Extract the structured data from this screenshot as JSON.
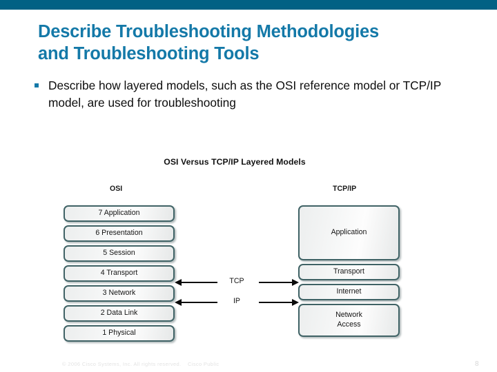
{
  "theme": {
    "accent_bar_color": "#026184",
    "title_color": "#1479a8",
    "bullet_marker_color": "#1479a8",
    "box_border_color": "#3f6265",
    "body_text_color": "#0d0d0d"
  },
  "slide": {
    "title_line_1": "Describe Troubleshooting Methodologies",
    "title_line_2": "and Troubleshooting Tools",
    "bullets": [
      "Describe how layered models, such as the OSI reference model or TCP/IP model, are used for troubleshooting"
    ]
  },
  "diagram": {
    "title": "OSI Versus TCP/IP Layered Models",
    "left_column_header": "OSI",
    "right_column_header": "TCP/IP",
    "osi_layers": [
      {
        "label": "7 Application"
      },
      {
        "label": "6 Presentation"
      },
      {
        "label": "5 Session"
      },
      {
        "label": "4 Transport"
      },
      {
        "label": "3 Network"
      },
      {
        "label": "2 Data Link"
      },
      {
        "label": "1 Physical"
      }
    ],
    "tcpip_layers": [
      {
        "label": "Application",
        "size": "tall"
      },
      {
        "label": "Transport",
        "size": "short"
      },
      {
        "label": "Internet",
        "size": "short"
      },
      {
        "label": "Network\nAccess",
        "size": "mid"
      }
    ],
    "mappings": [
      {
        "protocol": "TCP",
        "osi_layer": "4 Transport",
        "tcpip_layer": "Transport"
      },
      {
        "protocol": "IP",
        "osi_layer": "3 Network",
        "tcpip_layer": "Internet"
      }
    ]
  },
  "footer": {
    "copyright": "© 2006 Cisco Systems, Inc. All rights reserved.",
    "classification": "Cisco Public",
    "page_number": "8"
  }
}
